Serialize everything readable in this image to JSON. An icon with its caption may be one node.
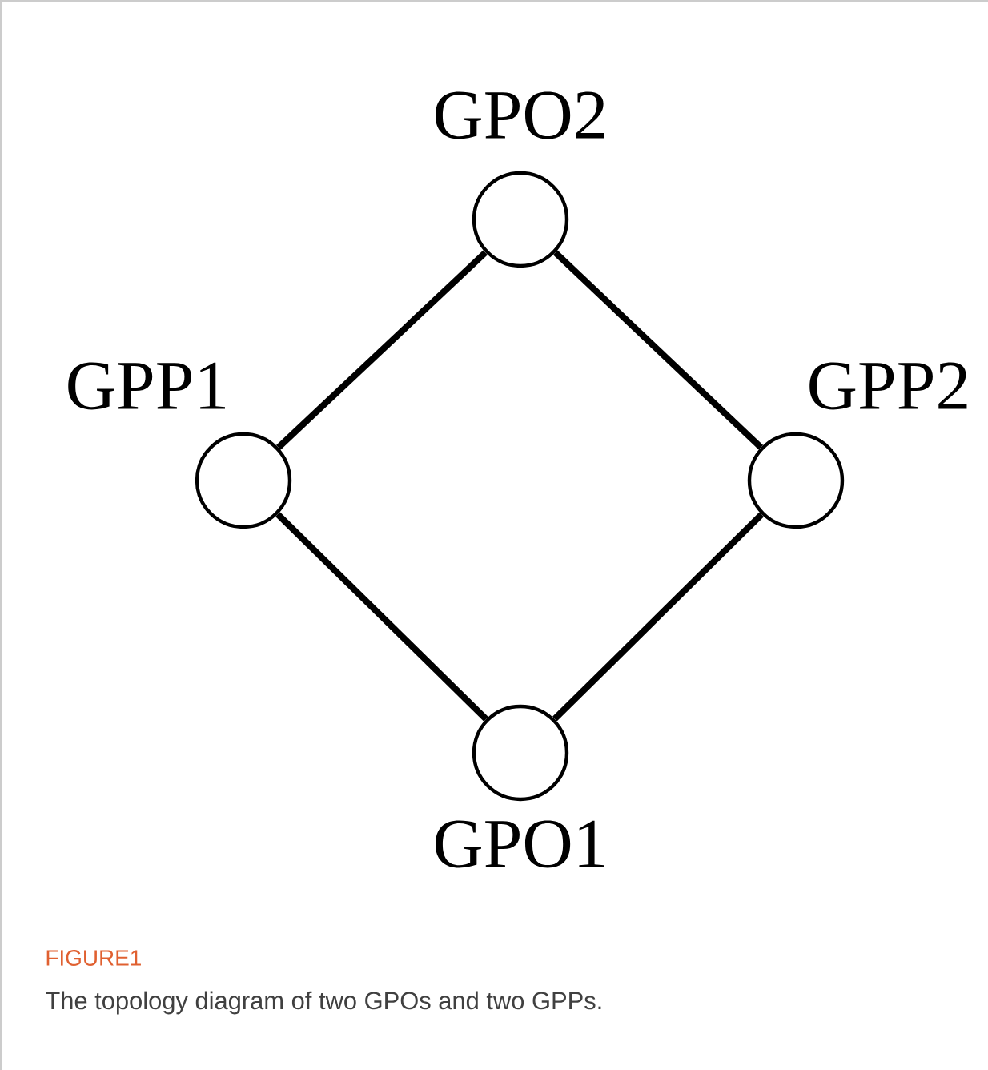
{
  "diagram": {
    "caption": "The topology diagram of two GPOs and two GPPs.",
    "nodes": [
      {
        "text": [
          "GPO2"
        ]
      },
      {
        "text": [
          "GPP1"
        ]
      },
      {
        "text": [
          "GPP2"
        ]
      },
      {
        "text": [
          "GPO1"
        ]
      }
    ],
    "edges": [
      {
        "from": 0,
        "to": 1,
        "arrow": "none"
      },
      {
        "from": 0,
        "to": 2,
        "arrow": "none"
      },
      {
        "from": 1,
        "to": 3,
        "arrow": "none"
      },
      {
        "from": 2,
        "to": 3,
        "arrow": "none"
      }
    ],
    "labels": [
      "FIGURE1"
    ]
  }
}
